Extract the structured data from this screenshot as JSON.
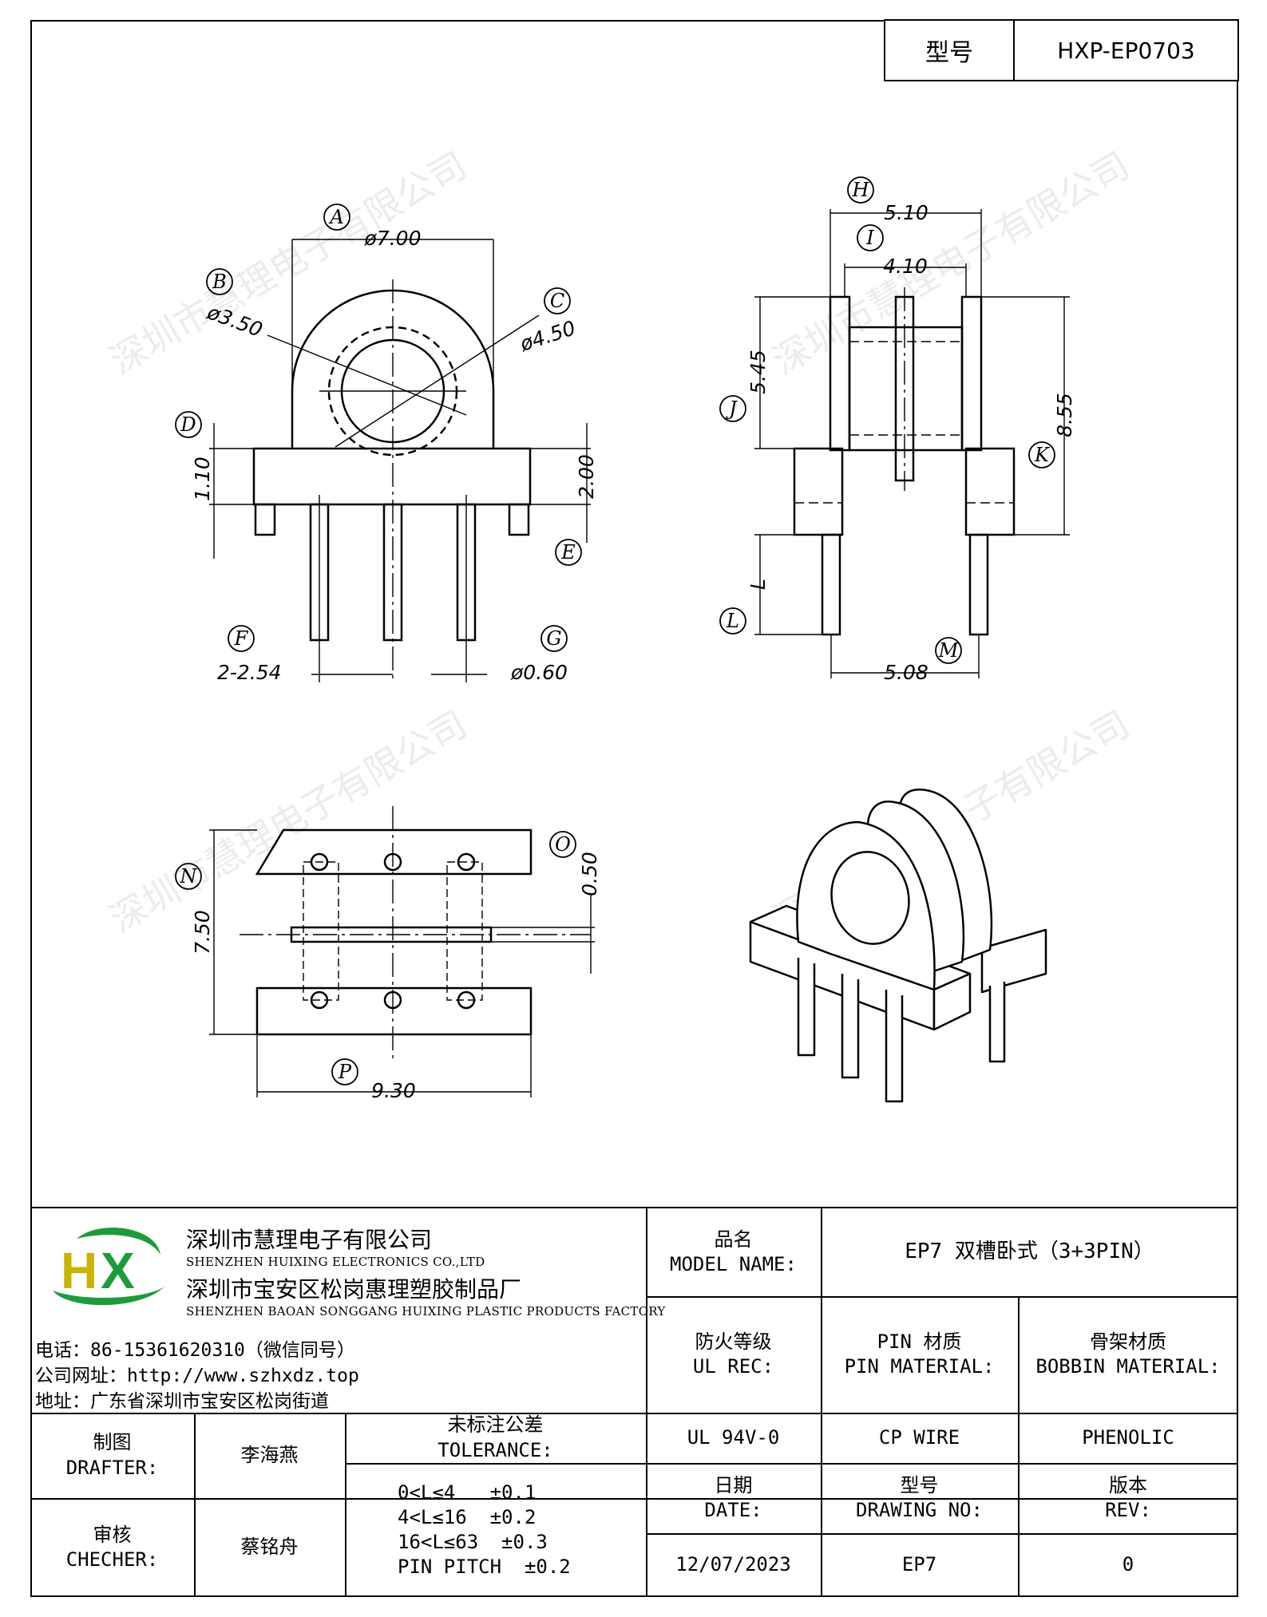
{
  "header": {
    "model_label": "型号",
    "model_value": "HXP-EP0703"
  },
  "dimensions": {
    "A": {
      "tag": "A",
      "text": "ø7.00"
    },
    "B": {
      "tag": "B",
      "text": "ø3.50"
    },
    "C": {
      "tag": "C",
      "text": "ø4.50"
    },
    "D": {
      "tag": "D",
      "text": "1.10"
    },
    "E": {
      "tag": "E",
      "text": "2.00"
    },
    "F": {
      "tag": "F",
      "text": "2-2.54"
    },
    "G": {
      "tag": "G",
      "text": "ø0.60"
    },
    "H": {
      "tag": "H",
      "text": "5.10"
    },
    "I": {
      "tag": "I",
      "text": "4.10"
    },
    "J": {
      "tag": "J",
      "text": "5.45"
    },
    "K": {
      "tag": "K",
      "text": "8.55"
    },
    "L": {
      "tag": "L",
      "text": "L"
    },
    "M": {
      "tag": "M",
      "text": "5.08"
    },
    "N": {
      "tag": "N",
      "text": "7.50"
    },
    "O": {
      "tag": "O",
      "text": "0.50"
    },
    "P": {
      "tag": "P",
      "text": "9.30"
    }
  },
  "watermark": {
    "text": "深圳市慧理电子有限公司"
  },
  "company": {
    "logo_text": "HX",
    "name_cn": "深圳市慧理电子有限公司",
    "name_en": "SHENZHEN HUIXING ELECTRONICS CO.,LTD",
    "factory_cn": "深圳市宝安区松岗惠理塑胶制品厂",
    "factory_en": "SHENZHEN BAOAN SONGGANG HUIXING PLASTIC PRODUCTS FACTORY",
    "phone": "电话：86-15361620310（微信同号）",
    "website": "公司网址：http://www.szhxdz.top",
    "address": "地址：广东省深圳市宝安区松岗街道"
  },
  "title_block": {
    "model_name_cn": "品名",
    "model_name_en": "MODEL NAME:",
    "model_name_value": "EP7 双槽卧式（3+3PIN）",
    "ul_rec_cn": "防火等级",
    "ul_rec_en": "UL REC:",
    "pin_material_cn": "PIN 材质",
    "pin_material_en": "PIN MATERIAL:",
    "bobbin_material_cn": "骨架材质",
    "bobbin_material_en": "BOBBIN MATERIAL:",
    "ul_value": "UL 94V-0",
    "pin_value": "CP WIRE",
    "bobbin_value": "PHENOLIC",
    "drafter_cn": "制图",
    "drafter_en": "DRAFTER:",
    "drafter_name": "李海燕",
    "checker_cn": "审核",
    "checker_en": "CHECHER:",
    "checker_name": "蔡铭舟",
    "tolerance_cn": "未标注公差",
    "tolerance_en": "TOLERANCE:",
    "tolerance_lines": [
      "0<L≤4   ±0.1",
      "4<L≤16  ±0.2",
      "16<L≤63  ±0.3",
      "PIN PITCH  ±0.2"
    ],
    "date_cn": "日期",
    "date_en": "DATE:",
    "drawing_no_cn": "型号",
    "drawing_no_en": "DRAWING NO:",
    "rev_cn": "版本",
    "rev_en": "REV:",
    "date_value": "12/07/2023",
    "drawing_no_value": "EP7",
    "rev_value": "0"
  },
  "colors": {
    "logo_green": "#1f9a3a",
    "logo_yellow": "#c9b400",
    "logo_blue": "#1e4fa8"
  }
}
